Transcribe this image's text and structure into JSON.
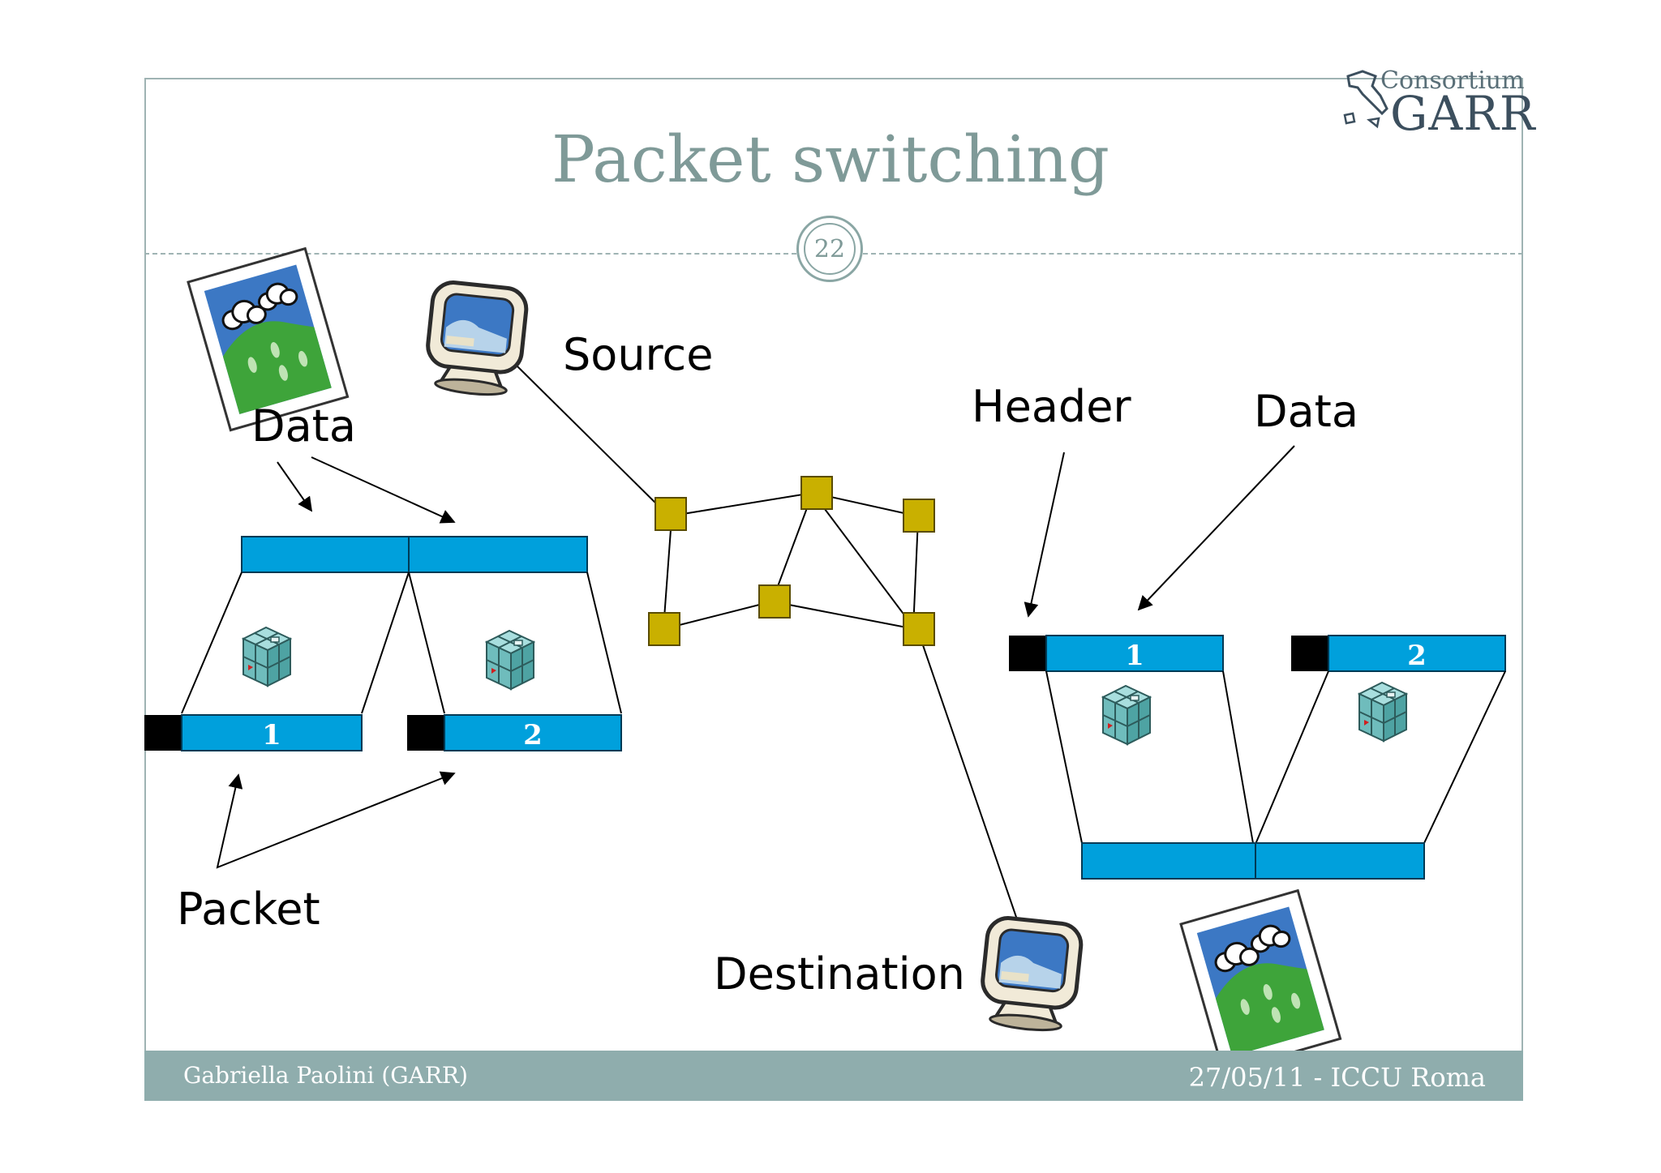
{
  "slide": {
    "title": "Packet switching",
    "page_number": "22",
    "logo": {
      "top": "Consortium",
      "name": "GARR"
    },
    "footer": {
      "author": "Gabriella Paolini (GARR)",
      "date_venue": "27/05/11 - ICCU Roma"
    }
  },
  "diagram": {
    "labels": {
      "source": "Source",
      "destination": "Destination",
      "data_left": "Data",
      "packet": "Packet",
      "header": "Header",
      "data_right": "Data"
    },
    "packets": [
      {
        "number": "1"
      },
      {
        "number": "2"
      }
    ],
    "colors": {
      "bar": "#00a0dc",
      "header": "#000000",
      "router": "#c9b000",
      "frame": "#9fb3b3",
      "title": "#7f9a98",
      "footer": "#8fadad"
    },
    "icons": {
      "source": "computer-monitor-icon",
      "destination": "computer-monitor-icon",
      "data": "picture-icon",
      "packet": "package-cube-icon",
      "router": "router-node-icon"
    }
  }
}
